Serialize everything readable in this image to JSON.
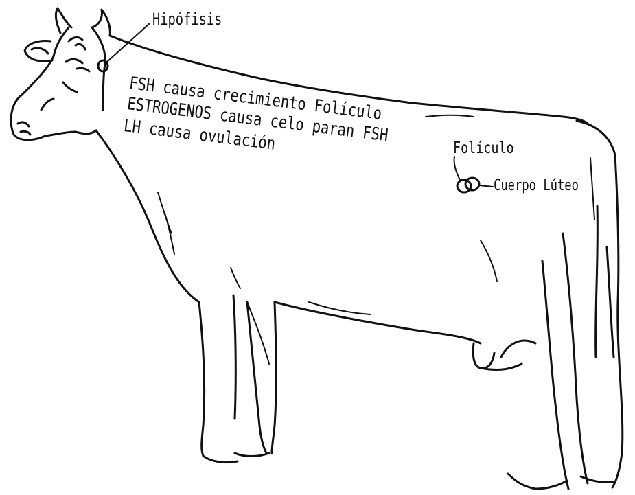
{
  "labels": {
    "hipofisis": "Hipófisis",
    "foliculo": "Folículo",
    "cuerpo_luteo": "Cuerpo Lúteo"
  },
  "body_text": {
    "line1": "FSH causa crecimiento Folículo",
    "line2": "ESTROGENOS causa celo paran FSH",
    "line3": "LH causa ovulación"
  },
  "colors": {
    "ink": "#111111",
    "paper": "#ffffff"
  }
}
